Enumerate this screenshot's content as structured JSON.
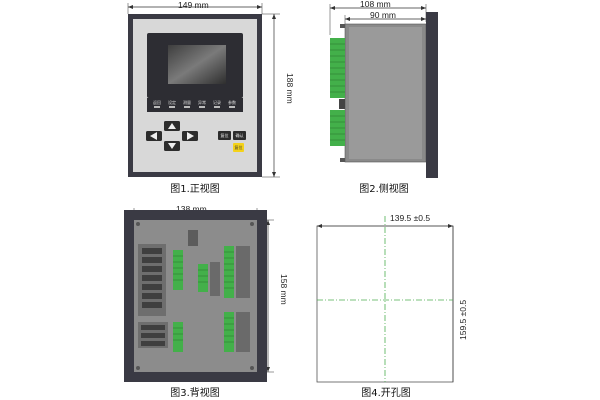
{
  "figures": {
    "front": {
      "caption": "图1.正视图",
      "width_label": "149 mm",
      "height_label": "188 mm",
      "softkeys": [
        "返回",
        "设定",
        "测量",
        "异常",
        "记录",
        "参数"
      ],
      "buttons": [
        "复位",
        "确认",
        "复位"
      ]
    },
    "side": {
      "caption": "图2.侧视图",
      "depth_label": "108 mm",
      "body_label": "90 mm"
    },
    "back": {
      "caption": "图3.背视图",
      "width_label": "138 mm",
      "height_label": "158 mm"
    },
    "cutout": {
      "caption": "图4.开孔图",
      "width_label": "139.5 ±0.5",
      "height_label": "159.5 ±0.5"
    }
  },
  "colors": {
    "panel_dark": "#3a3a44",
    "faceplate": "#d8d8d8",
    "screen": "#5a5a5a",
    "terminal_green": "#43b04a",
    "back_plate": "#8c8c8c",
    "center_line": "#4caf50",
    "confirm_key": "#f4d21a"
  }
}
